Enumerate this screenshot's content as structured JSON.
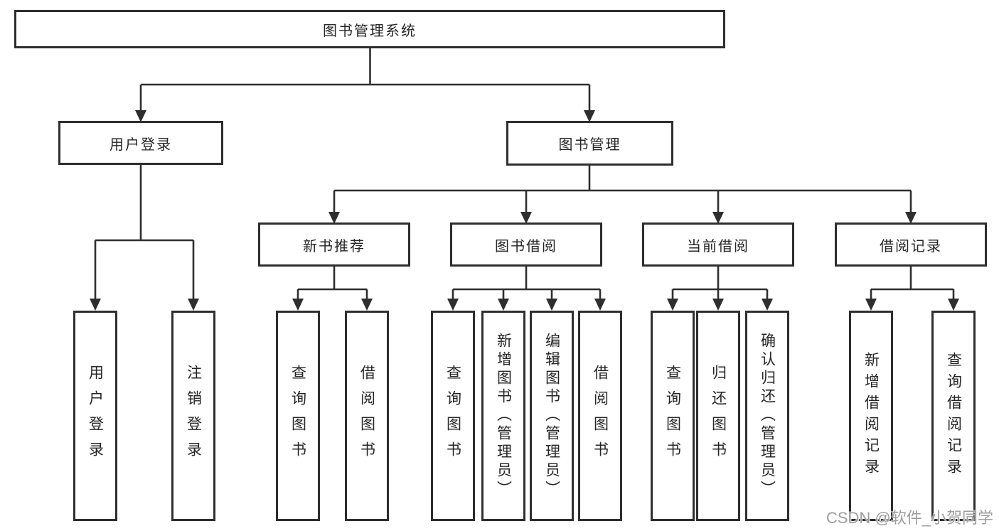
{
  "tree": {
    "root": "图书管理系统",
    "user_branch": {
      "label": "用户登录",
      "children": [
        "用户登录",
        "注销登录"
      ]
    },
    "book_branch": {
      "label": "图书管理",
      "groups": [
        {
          "label": "新书推荐",
          "children": [
            "查询图书",
            "借阅图书"
          ]
        },
        {
          "label": "图书借阅",
          "children": [
            "查询图书",
            "新增图书（管理员）",
            "编辑图书（管理员）",
            "借阅图书"
          ]
        },
        {
          "label": "当前借阅",
          "children": [
            "查询图书",
            "归还图书",
            "确认归还（管理员）"
          ]
        },
        {
          "label": "借阅记录",
          "children": [
            "新增借阅记录",
            "查询借阅记录"
          ]
        }
      ]
    }
  },
  "watermark": "CSDN @软件_小贺同学",
  "colors": {
    "line": "#2e2e2e",
    "border": "#2e2e2e",
    "text": "#252525",
    "background": "#ffffff",
    "watermark": "#9d9d9d"
  }
}
